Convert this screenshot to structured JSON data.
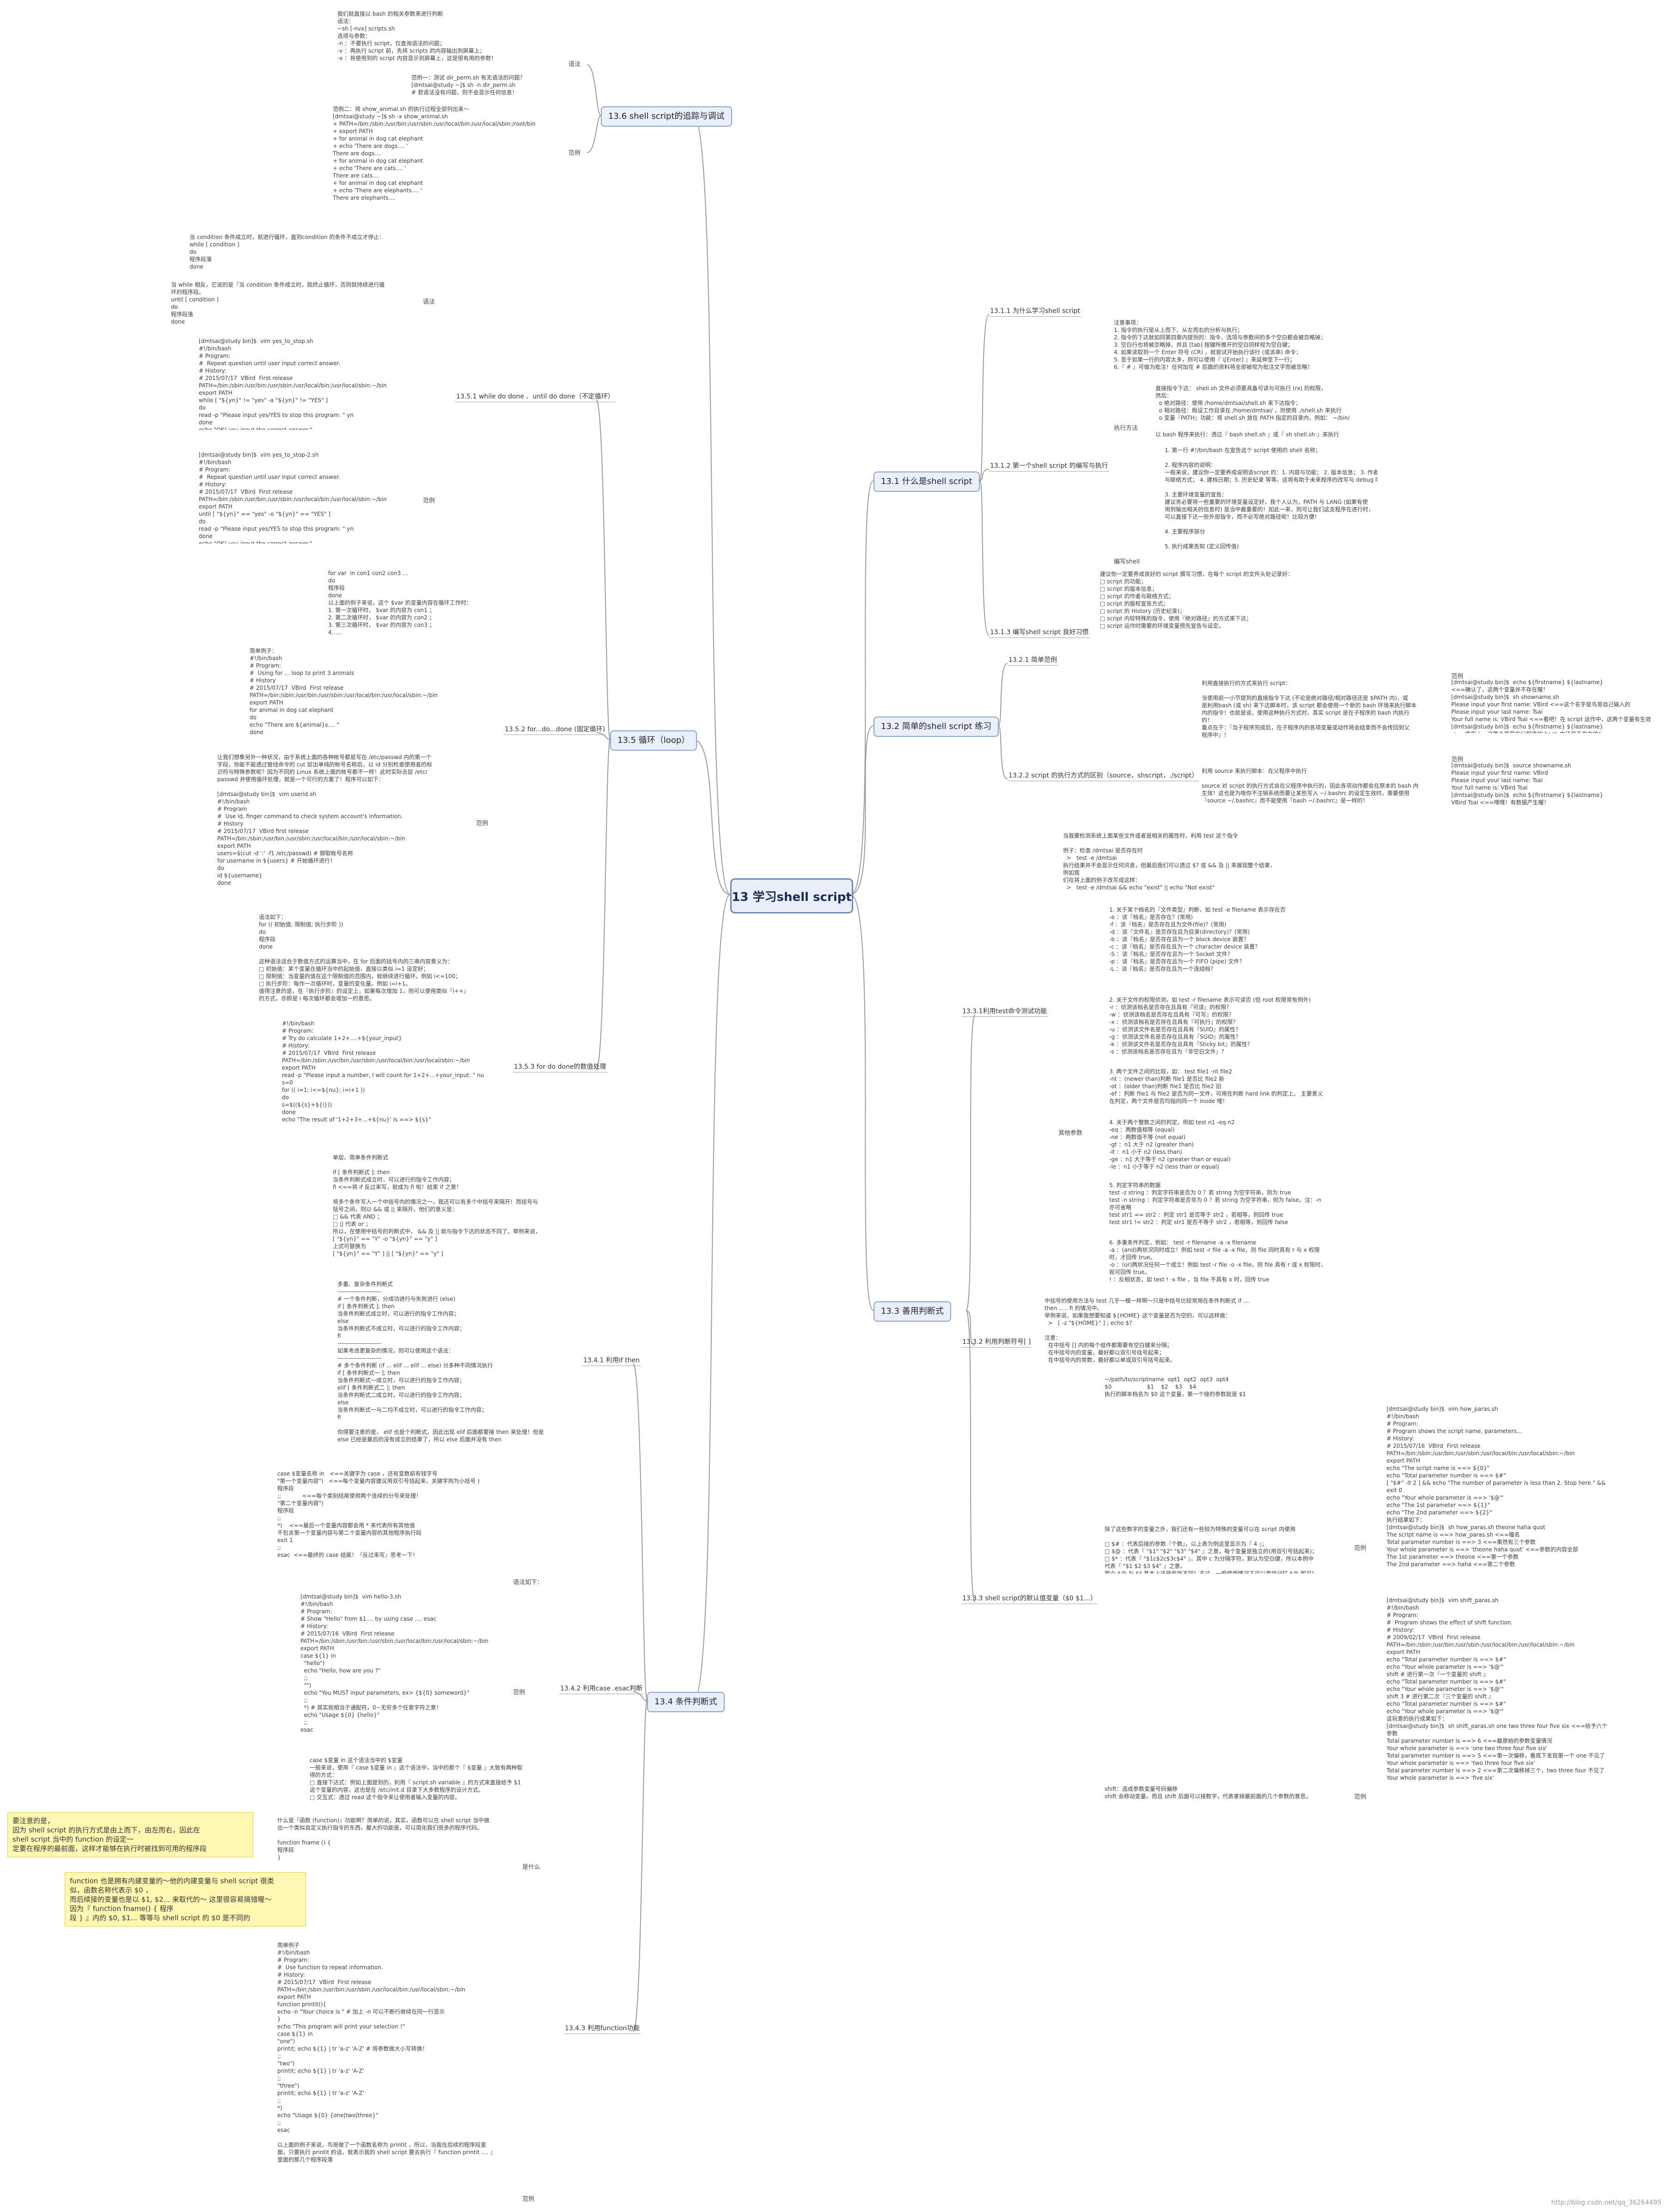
{
  "center_title": "13 学习shell script",
  "topics": {
    "t136": {
      "title": "13.6 shell script的追踪与调试",
      "label_syntax": "语法",
      "syntax_text": "我们就直接以 bash 的相关参数来进行判断\n语法：\n~sh [-nvx] scripts.sh\n选项与参数：\n-n ：不要执行 script，仅查询语法的问题；\n-v ：再执行 script 前，先将 scripts 的内容输出到屏幕上；\n-x ：将使用到的 script 内容显示到屏幕上，这是很有用的参数！",
      "label_example": "范例",
      "example_text1": "范例一：测试 dir_perm.sh 有无语法的问题？\n[dmtsai@study ~]$ sh -n dir_perm.sh\n# 若语法没有问题，则不会显示任何信息！",
      "example_text2": "范例二：将 show_animal.sh 的执行过程全部列出来～\n[dmtsai@study ~]$ sh -x show_animal.sh\n+ PATH=/bin:/sbin:/usr/bin:/usr/sbin:/usr/local/bin:/usr/local/sbin:/root/bin\n+ export PATH\n+ for animal in dog cat elephant\n+ echo 'There are dogs.... '\nThere are dogs....\n+ for animal in dog cat elephant\n+ echo 'There are cats.... '\nThere are cats....\n+ for animal in dog cat elephant\n+ echo 'There are elephants.... '\nThere are elephants...."
    },
    "t131": {
      "title": "13.1 什么是shell script",
      "s1": "13.1.1 为什么学习shell script",
      "s2": "13.1.2 第一个shell script 的编写与执行",
      "s3": "13.1.3 编写shell script 良好习惯",
      "notes_text": "注意事项：\n1. 指令的执行是从上而下、从左而右的分析与执行；\n2. 指令的下达就如同第四章内提到的：指令、选项与参数间的多个空白都会被忽略掉；\n3. 空白行也将被忽略掉，并且 [tab] 按键所推开的空白同样视为空白键；\n4. 如果读取到一个 Enter 符号 (CR) ，就尝试开始执行该行 (或该串) 命令；\n5. 至于如果一行的内容太多，则可以使用『 \\[Enter] 』来延伸至下一行；\n6.『 # 』可做为批注！任何加在 # 后面的资料将全部被视为批注文字而被忽略！",
      "label_exec": "执行方法",
      "exec_text": "直接指令下达： shell.sh 文件必须要具备可读与可执行 (rx) 的权限，\n然后：\n  o 绝对路径：使用 /home/dmtsai/shell.sh 来下达指令；\n  o 相对路径：假设工作目录在 /home/dmtsai/ ，则使用 ./shell.sh 来执行\n  o 变量『PATH』功能：将 shell.sh 放在 PATH 指定的目录内，例如： ~/bin/",
      "exec_text2": "以 bash 程序来执行：透过『 bash shell.sh 』或『 sh shell.sh 』来执行",
      "label_write": "编写shell",
      "write_text": "1. 第一行 #!/bin/bash 在宣告这个 script 使用的 shell 名称；\n\n2. 程序内容的说明：\n一般来说，建议你一定要养成说明该script 的：1. 内容与功能； 2. 版本信息； 3. 作者\n与联络方式； 4. 建档日期；5. 历史纪录 等等。这将有助于未来程序的改写与 debug 呢！\n\n3. 主要环境变量的宣告：\n建议务必要将一些重要的环境变量设定好，我个人认为，PATH 与 LANG (如果有使\n用到输出相关的信息时) 是当中最重要的！如此一来，则可让我们这支程序在进行时，\n可以直接下达一些外部指令，而不必写绝对路径呢！比较方便！\n\n4. 主要程序部分\n\n5. 执行成果告知 (定义回传值)",
      "habit_text": "建议你一定要养成良好的 script 撰写习惯，在每个 script 的文件头处记录好：\n□ script 的功能；\n□ script 的版本信息；\n□ script 的作者与联络方式；\n□ script 的版权宣告方式；\n□ script 的 History (历史纪录)；\n□ script 内较特殊的指令，使用『绝对路径』的方式来下达；\n□ script 运作时需要的环境变量预先宣告与设定。"
    },
    "t132": {
      "title": "13.2 简单的shell script 练习",
      "s1": "13.2.1 简单范例",
      "s2": "13.2.2 script 的执行方式的区别（source，shscript，./script）",
      "diff_text": "利用直接执行的方式来执行 script：\n\n当使用前一小节提到的直接指令下达 (不论是绝对路径/相对路径还是 $PATH 内)，或\n是利用bash (或 sh) 来下达脚本时，该 script 都会使用一个新的 bash 环境来执行脚本\n内的指令！也就是说，使用这种执行方式时，其实 script 是在子程序的 bash 内执行\n的！\n重点在于：『当子程序完成后，在子程序内的各项变量或动作将会结束而不会传回到父\n程序中』！",
      "src_text": "利用 source 来执行脚本：在父程序中执行\n\nsource 对 script 的执行方式会在父程序中执行的，因此各项动作都会在原本的 bash 内\n生效！这也是为啥你不注销系统而要让某些写入 ~/.bashrc 的设定生效时，需要使用\n『source ~/.bashrc』而不能使用『bash ~/.bashrc』是一样的！",
      "label_ex1": "范例",
      "ex1_text": "[dmtsai@study bin]$  echo ${firstname} ${lastname}\n<==确认了，这两个变量并不存在喔！\n[dmtsai@study bin]$  sh showname.sh\nPlease input your first name: VBird <==这个名字是鸟哥自己输入的\nPlease input your last name: Tsai\nYour full name is: VBird Tsai <==看吧！在 script 运作中，这两个变量有生效\n[dmtsai@study bin]$  echo ${firstname} ${lastname}\n<==事实上，这两个变量在父程序的 bash 中还是不存在的！",
      "label_ex2": "范例",
      "ex2_text": "[dmtsai@study bin]$  source showname.sh\nPlease input your first name: VBird\nPlease input your last name: Tsai\nYour full name is: VBird Tsai\n[dmtsai@study bin]$  echo ${firstname} ${lastname}\nVBird Tsai <==嘿嘿！有数据产生喔！"
    },
    "t133": {
      "title": "13.3 善用判断式",
      "s1": "13.3.1利用test命令测试功能",
      "s2": "13.3.2 利用判断符号[ ]",
      "s3": "13.3.3 shell script的默认值变量（$0 $1…）",
      "test_intro": "当我要检测系统上面某些文件或者是相关的属性时，利用 test 这个指令\n\n例子：检查 /dmtsai 是否存在时\n  >   test -e /dmtsai\n执行结果并不会显示任何讯息，但最后我们可以透过 $? 或 && 及 || 来展现整个结果，\n例如我\n们在将上面的例子改写成这样：\n  >   test -e /dmtsai && echo \"exist\" || echo \"Not exist\"",
      "label_params": "其他参数",
      "p1": "1. 关于某个档名的『文件类型』判断，如 test -e filename 表示存在否\n-e ：该『档名』是否存在？(常用)\n-f ：该『档名』是否存在且为文件(file)？(常用)\n-d ：该『文件名』是否存在且为目录(directory)？(常用)\n-b ：该『档名』是否存在且为一个 block device 装置？\n-c ：该『档名』是否存在且为一个 character device 装置？\n-S ：该『档名』是否存在且为一个 Socket 文件？\n-p ：该『档名』是否存在且为一个 FIFO (pipe) 文件？\n-L ：该『档名』是否存在且为一个连结档？",
      "p2": "2. 关于文件的权限侦测，如 test -r filename 表示可读否 (但 root 权限常有例外)\n-r ：侦测该档名是否存在且具有『可读』的权限？\n-w ：侦测该档名是否存在且具有『可写』的权限？\n-x ：侦测该档名是否存在且具有『可执行』的权限？\n-u ：侦测该文件名是否存在且具有『SUID』的属性？\n-g ：侦测该文件名是否存在且具有『SGID』的属性？\n-k ：侦测该文件名是否存在且具有『Sticky bit』的属性？\n-s ：侦测该档名是否存在且为『非空白文件』？",
      "p3": "3. 两个文件之间的比较，如： test file1 -nt file2\n-nt ：(newer than)判断 file1 是否比 file2 新\n-ot ：(older than)判断 file1 是否比 file2 旧\n-ef ：判断 file1 与 file2 是否为同一文件，可用在判断 hard link 的判定上。 主要意义\n在判定，两个文件是否均指向同一个 inode 哩！",
      "p4": "4. 关于两个整数之间的判定，例如 test n1 -eq n2\n-eq ：两数值相等 (equal)\n-ne ：两数值不等 (not equal)\n-gt ：n1 大于 n2 (greater than)\n-lt ：n1 小于 n2 (less than)\n-ge ：n1 大于等于 n2 (greater than or equal)\n-le ：n1 小于等于 n2 (less than or equal)",
      "p5": "5. 判定字符串的数据\ntest -z string ：判定字符串是否为 0 ？若 string 为空字符串，则为 true\ntest -n string ：判定字符串是否非为 0 ？若 string 为空字符串，则为 false。注：-n\n亦可省略\ntest str1 == str2 ：判定 str1 是否等于 str2 ，若相等，则回传 true\ntest str1 != str2 ：判定 str1 是否不等于 str2 ，若相等，则回传 false",
      "p6": "6. 多重条件判定，例如： test -r filename -a -x filename\n-a ：(and)两状况同时成立！例如 test -r file -a -x file，则 file 同时具有 r 与 x 权限\n时，才回传 true。\n-o ：(or)两状况任何一个成立！例如 test -r file -o -x file，则 file 具有 r 或 x 权限时，\n就可回传 true。\n! ：反相状态，如 test ! -x file ，当 file 不具有 x 时，回传 true",
      "bracket_text": "中括号的使用方法与 test 几乎一模一样啊～只是中括号比较常用在条件判断式 if ....\nthen ..... fi 的情况中。\n举例来说，如果我想要知道 ${HOME} 这个变量是否为空的，可以这样做：\n  >   [ -z \"${HOME}\" ] ; echo $?\n\n注意：\n  在中括号 [] 内的每个组件都需要有空白键来分隔；\n  在中括号内的变量，最好都以双引号括号起来；\n  在中括号内的常数，最好都以单或双引号括号起来。",
      "pos_text1": "~/path/to/scriptname  opt1  opt2  opt3  opt4\n$0                    $1    $2    $3    $4\n执行的脚本档名为 $0 这个变量，第一个接的参数就是 $1",
      "pos_text2": "除了这些数字的变量之外，我们还有一些较为特殊的变量可以在 script 内使用\n\n□ $# ：代表后接的参数『个数』，以上表为例这里显示为『 4 』；\n□ $@ ：代表『 \"$1\" \"$2\" \"$3\" \"$4\" 』之意，每个变量是独立的(用双引号括起来)；\n□ $* ：代表『 \"$1c$2c$3c$4\" 』，其中 c 为分隔字符，默认为空白键，所以本例中\n代表『 \"$1 $2 $3 $4\" 』之意。\n那个 $@ 与 $* 基本上还是有所不同！不过，一般使用情况下可以直接记忆 $@ 即可！",
      "label_ex1": "范例",
      "ex1_text": "[dmtsai@study bin]$  vim how_paras.sh\n#!/bin/bash\n# Program:\n# Program shows the script name, parameters...\n# History:\n# 2015/07/16  VBird  First release\nPATH=/bin:/sbin:/usr/bin:/usr/sbin:/usr/local/bin:/usr/local/sbin:~/bin\nexport PATH\necho \"The script name is ==> ${0}\"\necho \"Total parameter number is ==> $#\"\n[ \"$#\" -lt 2 ] && echo \"The number of parameter is less than 2. Stop here.\" &&\nexit 0\necho \"Your whole parameter is ==> '$@'\"\necho \"The 1st parameter ==> ${1}\"\necho \"The 2nd parameter ==> ${2}\"\n执行结果如下：\n[dmtsai@study bin]$  sh how_paras.sh theone haha quot\nThe script name is ==> how_paras.sh <==檔名\nTotal parameter number is ==> 3 <==果然有三个参数\nYour whole parameter is ==> 'theone haha quot' <==参数的内容全部\nThe 1st parameter ==> theone <==第一个参数\nThe 2nd parameter ==> haha <==第二个参数",
      "shift_text": "shift：造成参数变量号码偏移\nshift 会移动变量，而且 shift 后面可以接数字，代表拿掉最前面的几个参数的意思。",
      "label_ex2": "范例",
      "ex2_text": "[dmtsai@study bin]$  vim shift_paras.sh\n#!/bin/bash\n# Program:\n#  Program shows the effect of shift function.\n# History:\n# 2009/02/17  VBird  First release\nPATH=/bin:/sbin:/usr/bin:/usr/sbin:/usr/local/bin:/usr/local/sbin:~/bin\nexport PATH\necho \"Total parameter number is ==> $#\"\necho \"Your whole parameter is ==> '$@'\"\nshift # 进行第一次『一个变量的 shift 』\necho \"Total parameter number is ==> $#\"\necho \"Your whole parameter is ==> '$@'\"\nshift 3 # 进行第二次『三个变量的 shift 』\necho \"Total parameter number is ==> $#\"\necho \"Your whole parameter is ==> '$@'\"\n这玩意的执行成果如下：\n[dmtsai@study bin]$  sh shift_paras.sh one two three four five six <==给予六个\n参数\nTotal parameter number is ==> 6 <==最原始的参数变量情况\nYour whole parameter is ==> 'one two three four five six'\nTotal parameter number is ==> 5 <==第一次偏移，看底下发现第一个 one 不见了\nYour whole parameter is ==> 'two three four five six'\nTotal parameter number is ==> 2 <==第二次偏移掉三个，two three four 不见了\nYour whole parameter is ==> 'five six'"
    },
    "t135": {
      "title": "13.5 循环（loop）",
      "s1": "13.5.1 while do done 、until do done（不定循环）",
      "s2": "13.5.2 for...do...done (固定循环)",
      "s3": "13.5.3 for do done的数值处理",
      "label_syntax": "语法",
      "while_text": "当 condition 条件成立时，就进行循环，直到condition 的条件不成立才停止：\nwhile [ condition ]\ndo\n程序段落\ndone",
      "until_text": "当 while 相反，它说的是『当 condition 条件成立时，就终止循环，否则就持续进行循\n环的程序段。\nuntil [ condition ]\ndo\n程序段落\ndone",
      "label_ex": "范例",
      "wex1": "[dmtsai@study bin]$  vim yes_to_stop.sh\n#!/bin/bash\n# Program:\n#  Repeat question until user input correct answer.\n# History:\n# 2015/07/17  VBird  First release\nPATH=/bin:/sbin:/usr/bin:/usr/sbin:/usr/local/bin:/usr/local/sbin:~/bin\nexport PATH\nwhile [ \"${yn}\" != \"yes\" -a \"${yn}\" != \"YES\" ]\ndo\nread -p \"Please input yes/YES to stop this program: \" yn\ndone\necho \"OK! you input the correct answer.\"",
      "wex2": "[dmtsai@study bin]$  vim yes_to_stop-2.sh\n#!/bin/bash\n# Program:\n#  Repeat question until user input correct answer.\n# History:\n# 2015/07/17  VBird  First release\nPATH=/bin:/sbin:/usr/bin:/usr/sbin:/usr/local/bin:/usr/local/sbin:~/bin\nexport PATH\nuntil [ \"${yn}\" == \"yes\" -o \"${yn}\" == \"YES\" ]\ndo\nread -p \"Please input yes/YES to stop this program: \" yn\ndone\necho \"OK! you input the correct answer.\"",
      "for_text": "for var  in con1 con2 con3 ...\ndo\n程序段\ndone\n以上面的例子来说，这个 $var 的变量内容在循环工作时：\n1. 第一次循环时， $var 的内容为 con1 ；\n2. 第二次循环时， $var 的内容为 con2 ；\n3. 第三次循环时， $var 的内容为 con3 ；\n4. ....",
      "for_ex1": "简单例子：\n#!/bin/bash\n# Program:\n#  Using for ... loop to print 3 animals\n# History\n# 2015/07/17  VBird  First release\nPATH=/bin:/sbin:/usr/bin:/usr/sbin:/usr/local/bin:/usr/local/sbin:~/bin\nexport PATH\nfor animal in dog cat elephant\ndo\necho \"There are ${animal}s.... \"\ndone",
      "for_ex2": "让我们想象另外一种状况，由于系统上面的各种帐号都是写在 /etc/passwd 内的第一个\n字段，你能不能透过管线命令的 cut 捉出单纯的帐号名称后，以 id 分别检查使用者的标\n识符与特殊参数呢？因为不同的 Linux 系统上面的帐号都不一样！此时实际去捉 /etc/\npasswd 并使用循环处理，就是一个可行的方案了！程序可以如下：\n\n[dmtsai@study bin]$  vim userid.sh\n#!/bin/bash\n# Program\n#  Use id, finger command to check system account's information.\n# History\n# 2015/07/17  VBird first release\nPATH=/bin:/sbin:/usr/bin:/usr/sbin:/usr/local/bin:/usr/local/sbin:~/bin\nexport PATH\nusers=$(cut -d ':' -f1 /etc/passwd) # 撷取帐号名称\nfor username in ${users} # 开始循环进行！\ndo\nid ${username}\ndone",
      "num_text": "语法如下：\nfor (( 初始值; 限制值; 执行步阶 ))\ndo\n程序段\ndone\n\n这种语法适合于数值方式的运算当中，在 for 后面的括号内的三串内容意义为：\n□ 初始值：某个变量在循环当中的起始值，直接以类似 i=1 设定好；\n□ 限制值：当变量的值在这个限制值的范围内，就继续进行循环。例如 i<=100；\n□ 执行步阶：每作一次循环时，变量的变化量。例如 i=i+1。\n值得注意的是，在『执行步阶』的设定上，如果每次增加 1，则可以使用类似『i++』\n的方式，亦即是 i 每次循环都会增加一的意思。",
      "num_ex": "#!/bin/bash\n# Program:\n# Try do calculate 1+2+....+${your_input}\n# History:\n# 2015/07/17  VBird  First release\nPATH=/bin:/sbin:/usr/bin:/usr/sbin:/usr/local/bin:/usr/local/sbin:~/bin\nexport PATH\nread -p \"Please input a number, I will count for 1+2+...+your_input: \" nu\ns=0\nfor (( i=1; i<=${nu}; i=i+1 ))\ndo\ns=$((${s}+${i}))\ndone\necho \"The result of '1+2+3+...+${nu}' is ==> ${s}\""
    },
    "t134": {
      "title": "13.4 条件判断式",
      "s1": "13.4.1 利用if then",
      "s2": "13.4.2 利用case .esac判断",
      "s3": "13.4.3 利用function功能",
      "if_text": "单层、简单条件判断式\n\nif [ 条件判断式 ]; then\n当条件判断式成立时，可以进行的指令工作内容；\nfi <==将 if 反过来写，就成为 fi 啦！结束 if 之意！\n\n将多个条件写入一个中括号内的情况之一，我还可以有多个中括号来隔开！而括号与\n括号之间，则以 && 或 || 来隔开，他们的意义是：\n□ && 代表 AND ；\n□ || 代表 or ；\n所以，在使用中括号的判断式中， && 及 || 就与指令下达的状态不同了。举例来说，\n[ \"${yn}\" == \"Y\" -o \"${yn}\" == \"y\" ]\n上式可替换为\n[ \"${yn}\" == \"Y\" ] || [ \"${yn}\" == \"y\" ]",
      "if_text2": "多重、复杂条件判断式\n----------------------\n# 一个条件判断，分成功进行与失败进行 (else)\nif [ 条件判断式 ]; then\n当条件判断式成立时，可以进行的指令工作内容；\nelse\n当条件判断式不成立时，可以进行的指令工作内容；\nfi\n----------------------\n如果考虑更复杂的情况，则可以使用这个语法：\n----------------------\n# 多个条件判断 (if ... elif ... elif ... else) 分多种不同情况执行\nif [ 条件判断式一 ]; then\n当条件判断式一成立时，可以进行的指令工作内容；\nelif [ 条件判断式二 ]; then\n当条件判断式二成立时，可以进行的指令工作内容；\nelse\n当条件判断式一与二均不成立时，可以进行的指令工作内容；\nfi\n\n你得要注意的是， elif 也是个判断式，因此出现 elif 后面都要接 then 来处理！但是\nelse 已经是最后的没有成立的结果了，所以 else 后面并没有 then",
      "label_case": "语法如下：",
      "case_text": "case $变量名称 in   <==关键字为 case ，还有变数前有钱字号\n\"第一个变量内容\")   <==每个变量内容建议用双引号括起来，关键字则为小括号 )\n程序段\n;;            <==每个类别结尾使用两个连续的分号来处理！\n\"第二个变量内容\")\n程序段\n;;\n*)    <==最后一个变量内容都会用 * 来代表所有其他值\n不包含第一个变量内容与第二个变量内容的其他程序执行段\nexit 1\n;;\nesac  <==最终的 case 结尾！『反过来写』思考一下！",
      "case_ex": "[dmtsai@study bin]$  vim hello-3.sh\n#!/bin/bash\n# Program:\n# Show \"Hello\" from $1.... by using case .... esac\n# History:\n# 2015/07/16  VBird  First release\nPATH=/bin:/sbin:/usr/bin:/usr/sbin:/usr/local/bin:/usr/local/sbin:~/bin\nexport PATH\ncase ${1} in\n  \"hello\")\n  echo \"Hello, how are you ?\"\n  ;;\n  \"\")\n  echo \"You MUST input parameters, ex> {${0} someword}\"\n  ;;\n  *) # 其实就相当于通配符，0~无穷多个任意字符之意！\n  echo \"Usage ${0} {hello}\"\n  ;;\nesac",
      "case_note": "case $变量 in 这个语法当中的 $变量\n一般来说，使用『 case $变量 in 』这个语法中，当中的那个『 $变量 』大致有两种取\n得的方式：\n□ 直接下达式：例如上面提到的，利用『 script.sh variable 』的方式来直接给予 $1\n这个变量的内容，这也是在 /etc/init.d 目录下大多数程序的设计方式。\n□ 交互式：透过 read 这个指令来让使用者输入变量的内容。",
      "label_ex": "范例",
      "label_what": "是什么",
      "func_text": "什么是『函数 (function)』功能啊？简单的说，其实，函数可以在 shell script 当中做\n出一个类似自定义执行指令的东西，最大的功能是，可以简化我们很多的程序代码。\n\nfunction fname () {\n程序段\n}",
      "func_ex": "简单例子\n#!/bin/bash\n# Program:\n#  Use function to repeat information.\n# History:\n# 2015/07/17  VBird  First release\nPATH=/bin:/sbin:/usr/bin:/usr/sbin:/usr/local/bin:/usr/local/sbin:~/bin\nexport PATH\nfunction printit(){\necho -n \"Your choice is \" # 加上 -n 可以不断行继续在同一行显示\n}\necho \"This program will print your selection !\"\ncase ${1} in\n\"one\")\nprintit; echo ${1} | tr 'a-z' 'A-Z' # 将参数做大小写转换！\n;;\n\"two\")\nprintit; echo ${1} | tr 'a-z' 'A-Z'\n;;\n\"three\")\nprintit; echo ${1} | tr 'a-z' 'A-Z'\n;;\n*)\necho \"Usage ${0} {one|two|three}\"\n;;\nesac\n\n以上面的例子来说，鸟哥做了一个函数名称为 printit ，所以，当我在后续的程序段里\n面，只要执行 printit 的话，就表示我的 shell script 要去执行『 function printit .... 』\n里面的那几个程序段落",
      "note1": "要注意的是，\n因为 shell script 的执行方式是由上而下，由左而右，因此在\nshell script 当中的 function 的设定一\n定要在程序的最前面，这样才能够在执行时被找到可用的程序段",
      "note2": "function 也是拥有内建变量的～他的内建变量与 shell script 很类\n似，函数名称代表示 $0 ，\n而后续接的变量也是以 $1, $2... 来取代的～ 这里很容易搞错喔～\n因为『 function fname() { 程序\n段 } 』内的 $0, $1... 等等与 shell script 的 $0 是不同的"
    }
  },
  "watermark": "http://blog.csdn.net/qq_36264495"
}
